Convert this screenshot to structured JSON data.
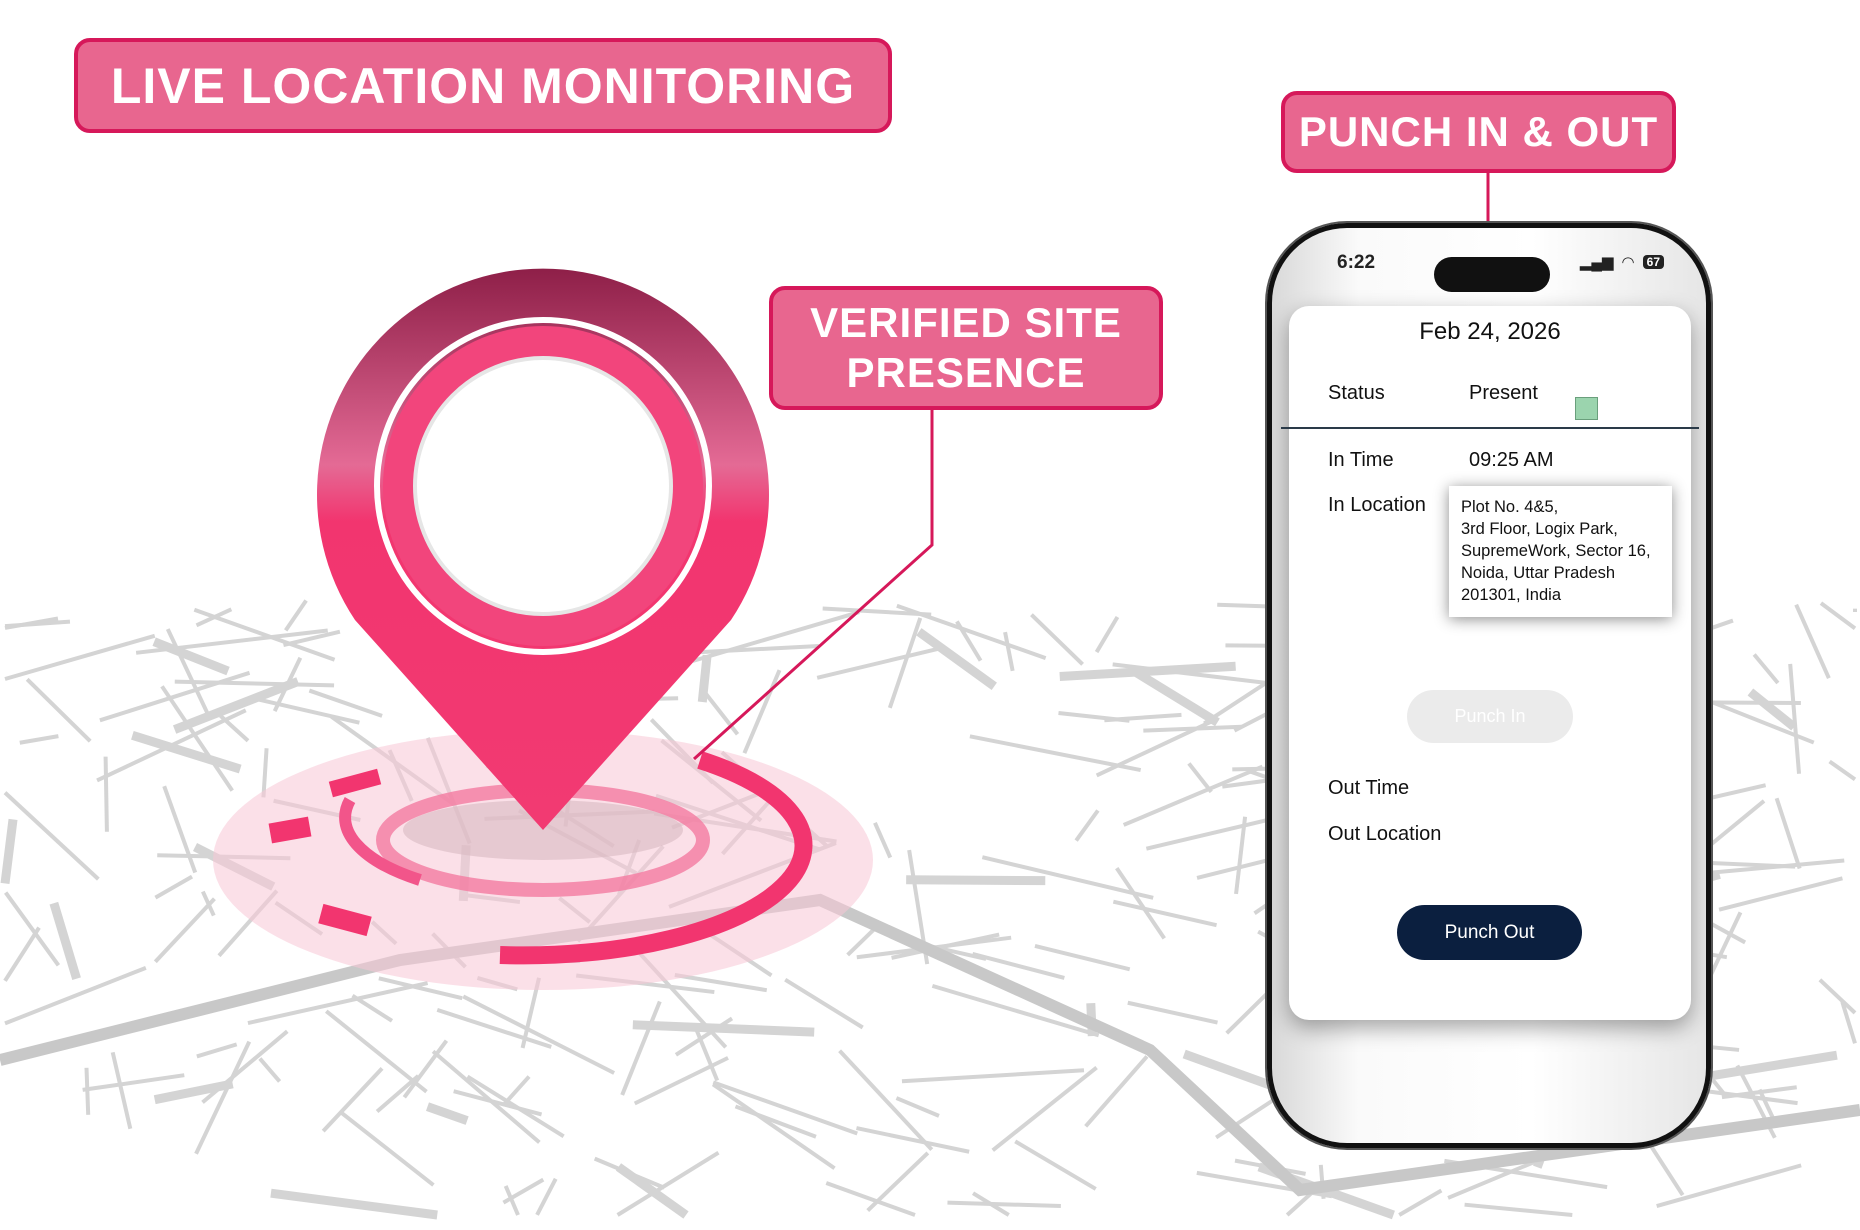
{
  "callouts": {
    "live": "LIVE LOCATION MONITORING",
    "verified_line1": "VERIFIED SITE",
    "verified_line2": "PRESENCE",
    "punch": "PUNCH IN & OUT"
  },
  "colors": {
    "callout_fill": "#e8668f",
    "callout_border": "#d6185a",
    "pin": "#f2356f",
    "punch_out": "#0b1f3f",
    "status_present": "#9bd4ae"
  },
  "phone": {
    "status_bar": {
      "time": "6:22",
      "battery": "67"
    },
    "date": "Feb 24, 2026",
    "status_label": "Status",
    "status_value": "Present",
    "in_time_label": "In Time",
    "in_time_value": "09:25 AM",
    "in_location_label": "In Location",
    "in_location_lines": [
      "Plot No. 4&5,",
      "3rd Floor, Logix Park,",
      "SupremeWork, Sector 16,",
      "Noida, Uttar Pradesh",
      "201301, India"
    ],
    "punch_in_label": "Punch In",
    "out_time_label": "Out Time",
    "out_location_label": "Out Location",
    "punch_out_label": "Punch Out"
  }
}
